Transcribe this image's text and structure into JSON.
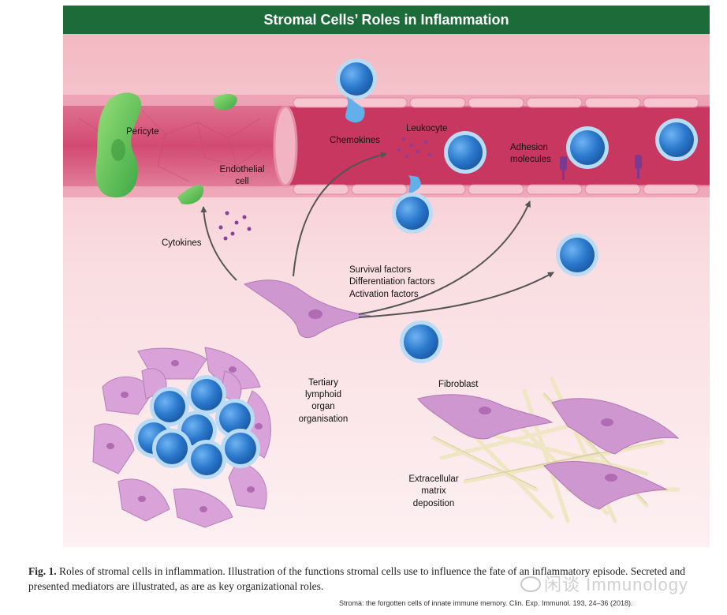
{
  "title": "Stromal Cells’ Roles in Inflammation",
  "labels": {
    "pericyte": "Pericyte",
    "endothelial_1": "Endothelial",
    "endothelial_2": "cell",
    "chemokines": "Chemokines",
    "leukocyte": "Leukocyte",
    "adhesion_1": "Adhesion",
    "adhesion_2": "molecules",
    "cytokines": "Cytokines",
    "survival": "Survival factors",
    "differentiation": "Differentiation factors",
    "activation": "Activation factors",
    "tertiary_1": "Tertiary",
    "tertiary_2": "lymphoid",
    "tertiary_3": "organ",
    "tertiary_4": "organisation",
    "fibroblast": "Fibroblast",
    "ecm_1": "Extracellular",
    "ecm_2": "matrix",
    "ecm_3": "deposition"
  },
  "caption": {
    "fig_label": "Fig. 1.",
    "text": " Roles of stromal cells in inflammation. Illustration of the functions stromal cells use to influence the fate of an inflammatory episode. Secreted and presented mediators are illustrated, as are as key organizational roles."
  },
  "credit": "Stroma: the forgotten cells of innate immune memory. Clin. Exp. Immunol. 193, 24–36 (2018).",
  "watermark": "闲谈 Immunology",
  "colors": {
    "title_bg": "#1e6b3a",
    "vessel": "#d9517a",
    "pericyte": "#5cc15a",
    "leukocyte": "#2e7fd0",
    "stromal_cell": "#c88bc9",
    "fiber": "#efe8c8"
  }
}
